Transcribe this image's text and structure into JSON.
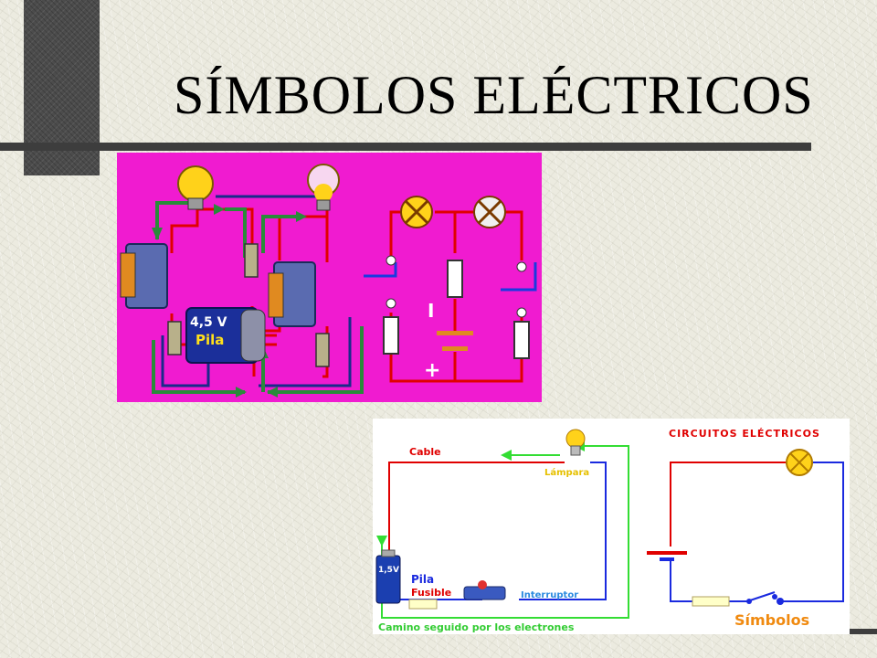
{
  "title": "SÍMBOLOS ELÉCTRICOS",
  "figure1": {
    "battery_voltage": "4,5 V",
    "battery_label": "Pila",
    "minus": "I",
    "plus": "+",
    "bg_color": "#f01bd0"
  },
  "figure2": {
    "cable": "Cable",
    "lamp": "Lámpara",
    "battery_voltage": "1,5V",
    "pila": "Pila",
    "fusible": "Fusible",
    "switch": "Interruptor",
    "path": "Camino seguido por los electrones",
    "heading": "CIRCUITOS ELÉCTRICOS",
    "symbols": "Símbolos"
  }
}
